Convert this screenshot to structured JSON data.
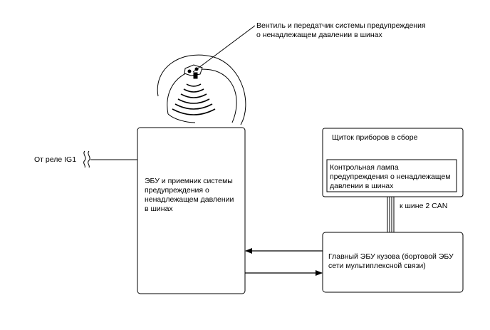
{
  "sensor_label": [
    "Вентиль и передатчик системы предупреждения",
    "о ненадлежащем давлении в шинах"
  ],
  "relay_label": "От реле IG1",
  "ecu_receiver_label": [
    "ЭБУ и приемник системы",
    "предупреждения о",
    "ненадлежащем давлении",
    "в шинах"
  ],
  "instrument_cluster_label": "Щиток приборов в сборе",
  "warning_lamp_label": [
    "Контрольная лампа",
    "предупреждения о ненадлежащем",
    "давлении в шинах"
  ],
  "can_bus_label": "к шине 2 CAN",
  "body_ecu_label": [
    "Главный ЭБУ кузова (бортовой ЭБУ",
    "сети мультиплексной связи)"
  ]
}
